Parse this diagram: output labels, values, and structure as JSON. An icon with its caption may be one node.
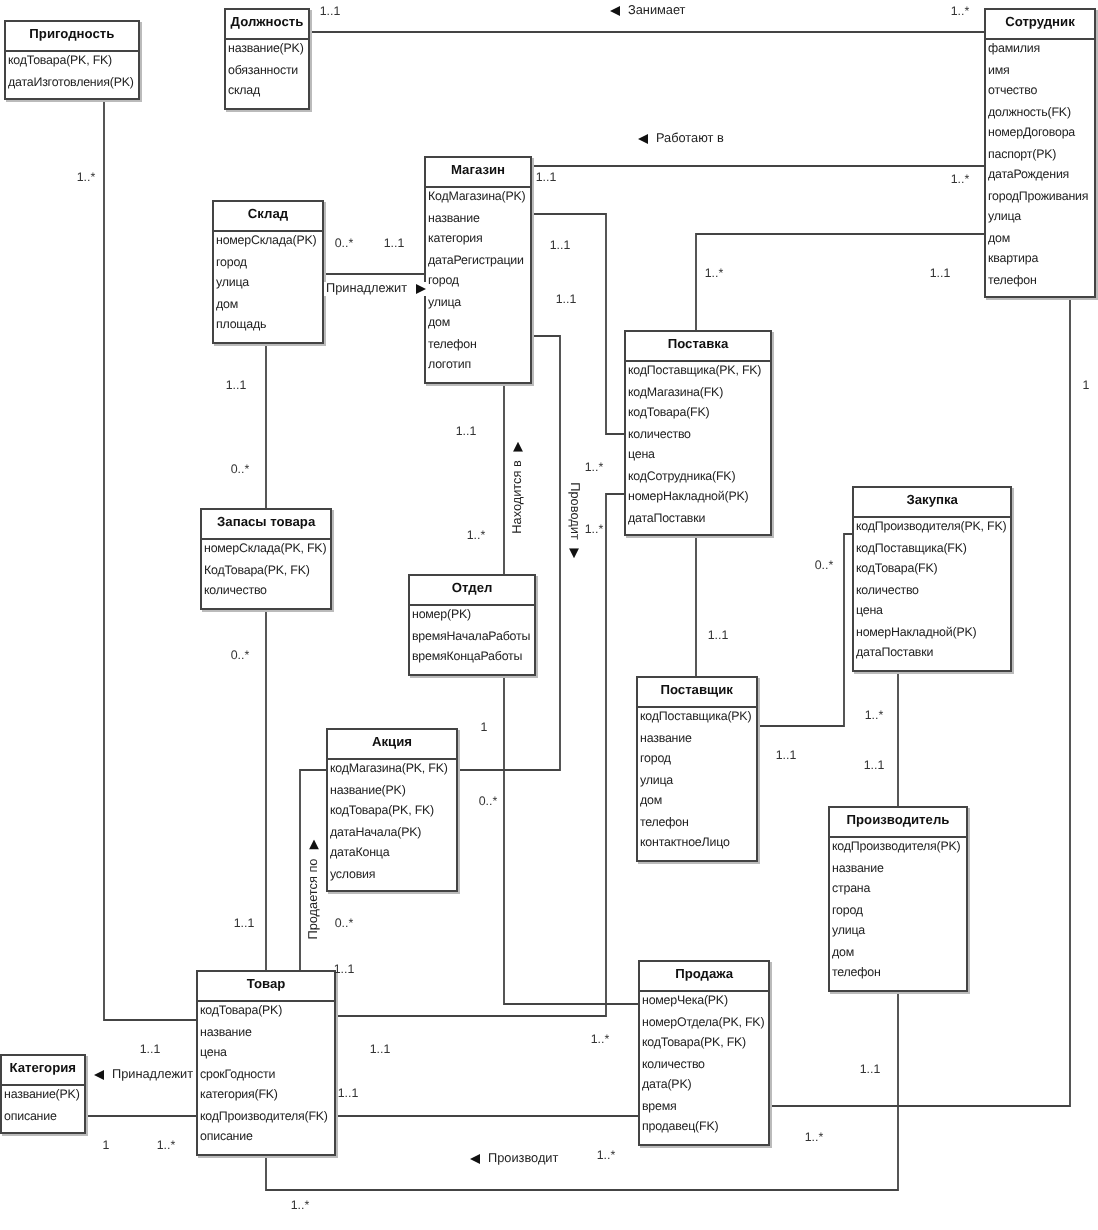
{
  "diagram": {
    "nodes": [
      {
        "text": [
          "Пригодность",
          "кодТовара(PK, FK)",
          "датаИзготовления(PK)"
        ]
      },
      {
        "text": [
          "Должность",
          "название(PK)",
          "обязанности",
          "склад"
        ]
      },
      {
        "text": [
          "Магазин",
          "КодМагазина(PK)",
          "название",
          "категория",
          "датаРегистрации",
          "город",
          "улица",
          "дом",
          "телефон",
          "логотип"
        ]
      },
      {
        "text": [
          "Склад",
          "номерСклада(PK)",
          "город",
          "улица",
          "дом",
          "площадь"
        ]
      },
      {
        "text": [
          "Сотрудник",
          "фамилия",
          "имя",
          "отчество",
          "должность(FK)",
          "номерДоговора",
          "паспорт(PK)",
          "датаРождения",
          "городПроживания",
          "улица",
          "дом",
          "квартира",
          "телефон"
        ]
      },
      {
        "text": [
          "Поставка",
          "кодПоставщика(PK, FK)",
          "кодМагазина(FK)",
          "кодТовара(FK)",
          "количество",
          "цена",
          "кодСотрудника(FK)",
          "номерНакладной(PK)",
          "датаПоставки"
        ]
      },
      {
        "text": [
          "Запасы товара",
          "номерСклада(PK, FK)",
          "КодТовара(PK, FK)",
          "количество"
        ]
      },
      {
        "text": [
          "Отдел",
          "номер(PK)",
          "времяНачалаРаботы",
          "времяКонцаРаботы"
        ]
      },
      {
        "text": [
          "Закупка",
          "кодПроизводителя(PK, FK)",
          "кодПоставщика(FK)",
          "кодТовара(FK)",
          "количество",
          "цена",
          "номерНакладной(PK)",
          "датаПоставки"
        ]
      },
      {
        "text": [
          "Поставщик",
          "кодПоставщика(PK)",
          "название",
          "город",
          "улица",
          "дом",
          "телефон",
          "контактноеЛицо"
        ]
      },
      {
        "text": [
          "Акция",
          "кодМагазина(PK, FK)",
          "название(PK)",
          "кодТовара(PK, FK)",
          "датаНачала(PK)",
          "датаКонца",
          "условия"
        ]
      },
      {
        "text": [
          "Производитель",
          "кодПроизводителя(PK)",
          "название",
          "страна",
          "город",
          "улица",
          "дом",
          "телефон"
        ]
      },
      {
        "text": [
          "Товар",
          "кодТовара(PK)",
          "название",
          "цена",
          "срокГодности",
          "категория(FK)",
          "кодПроизводителя(FK)",
          "описание"
        ]
      },
      {
        "text": [
          "Продажа",
          "номерЧека(PK)",
          "номерОтдела(PK, FK)",
          "кодТовара(PK, FK)",
          "количество",
          "дата(PK)",
          "время",
          "продавец(FK)"
        ]
      },
      {
        "text": [
          "Категория",
          "название(PK)",
          "описание"
        ]
      }
    ],
    "edges": [
      {
        "from": 1,
        "to": 4,
        "arrow": "none",
        "label": "Занимает"
      },
      {
        "from": 2,
        "to": 4,
        "arrow": "none",
        "label": "Работают в"
      },
      {
        "from": 3,
        "to": 2,
        "arrow": "none",
        "label": "Принадлежит"
      },
      {
        "from": 2,
        "to": 5,
        "arrow": "none"
      },
      {
        "from": 2,
        "to": 7,
        "arrow": "none",
        "label": "Находится в"
      },
      {
        "from": 2,
        "to": 10,
        "arrow": "none",
        "label": "Проводит"
      },
      {
        "from": 12,
        "to": 5,
        "arrow": "none"
      },
      {
        "from": 7,
        "to": 13,
        "arrow": "none"
      },
      {
        "from": 12,
        "to": 10,
        "arrow": "none",
        "label": "Продается по"
      },
      {
        "from": 0,
        "to": 12,
        "arrow": "none"
      },
      {
        "from": 3,
        "to": 6,
        "arrow": "none"
      },
      {
        "from": 6,
        "to": 12,
        "arrow": "none"
      },
      {
        "from": 14,
        "to": 12,
        "arrow": "none",
        "label": "Принадлежит"
      },
      {
        "from": 12,
        "to": 13,
        "arrow": "none"
      },
      {
        "from": 12,
        "to": 11,
        "arrow": "none",
        "label": "Производит"
      },
      {
        "from": 4,
        "to": 5,
        "arrow": "none"
      },
      {
        "from": 4,
        "to": 13,
        "arrow": "none"
      },
      {
        "from": 5,
        "to": 9,
        "arrow": "none"
      },
      {
        "from": 9,
        "to": 8,
        "arrow": "none"
      },
      {
        "from": 8,
        "to": 11,
        "arrow": "none"
      }
    ],
    "labels": [
      "1..1",
      "1..*",
      "1..*",
      "1..1",
      "1..*",
      "0..*",
      "1..1",
      "1..1",
      "1..*",
      "1..1",
      "1..1",
      "1..1",
      "1",
      "1..1",
      "0..*",
      "1..*",
      "1..*",
      "1..*",
      "0..*",
      "1..1",
      "0..*",
      "1..*",
      "1",
      "1..1",
      "1..1",
      "0..*",
      "1..1",
      "0..*",
      "1..1",
      "1..1",
      "1..1",
      "1..*",
      "1..1",
      "1..1",
      "1",
      "1..*",
      "1..*",
      "1..*",
      "1..*"
    ]
  }
}
